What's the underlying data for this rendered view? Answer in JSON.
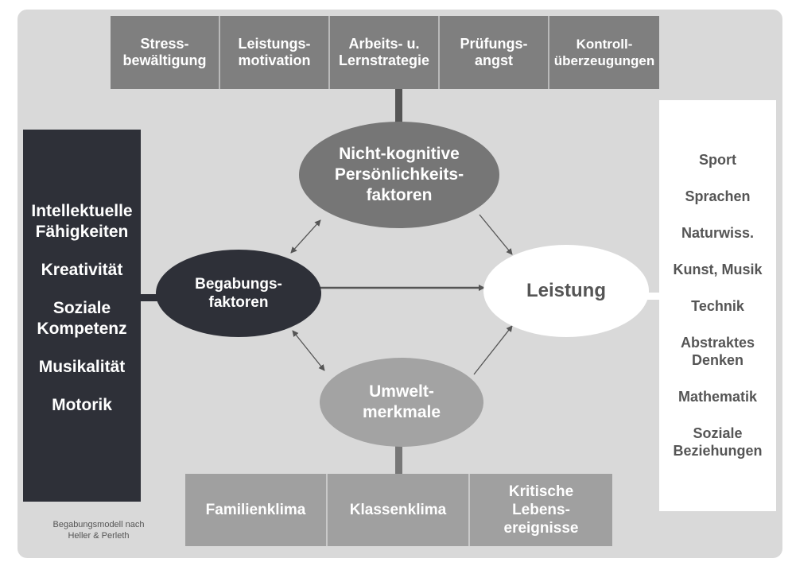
{
  "personality_factors": [
    "Stress-\nbewältigung",
    "Leistungs-\nmotivation",
    "Arbeits- u.\nLernstrategie",
    "Prüfungs-\nangst",
    "Kontroll-\nüberzeugungen"
  ],
  "nodes": {
    "noncognitive": "Nicht-kognitive\nPersönlichkeits-\nfaktoren",
    "talent": "Begabungs-\nfaktoren",
    "performance": "Leistung",
    "environment": "Umwelt-\nmerkmale"
  },
  "talent_list": [
    "Intellektuelle\nFähigkeiten",
    "Kreativität",
    "Soziale\nKompetenz",
    "Musikalität",
    "Motorik"
  ],
  "performance_areas": [
    "Sport",
    "Sprachen",
    "Naturwiss.",
    "Kunst, Musik",
    "Technik",
    "Abstraktes\nDenken",
    "Mathematik",
    "Soziale\nBeziehungen"
  ],
  "environment_factors": [
    "Familienklima",
    "Klassenklima",
    "Kritische\nLebens-\nereignisse"
  ],
  "caption": "Begabungsmodell nach\nHeller & Perleth",
  "colors": {
    "panel": "#d9d9d9",
    "dark": "#2e3038",
    "top_boxes": "#7f7f7f",
    "noncognitive": "#767676",
    "environment": "#a3a3a3",
    "bottom_boxes": "#a0a0a0"
  }
}
